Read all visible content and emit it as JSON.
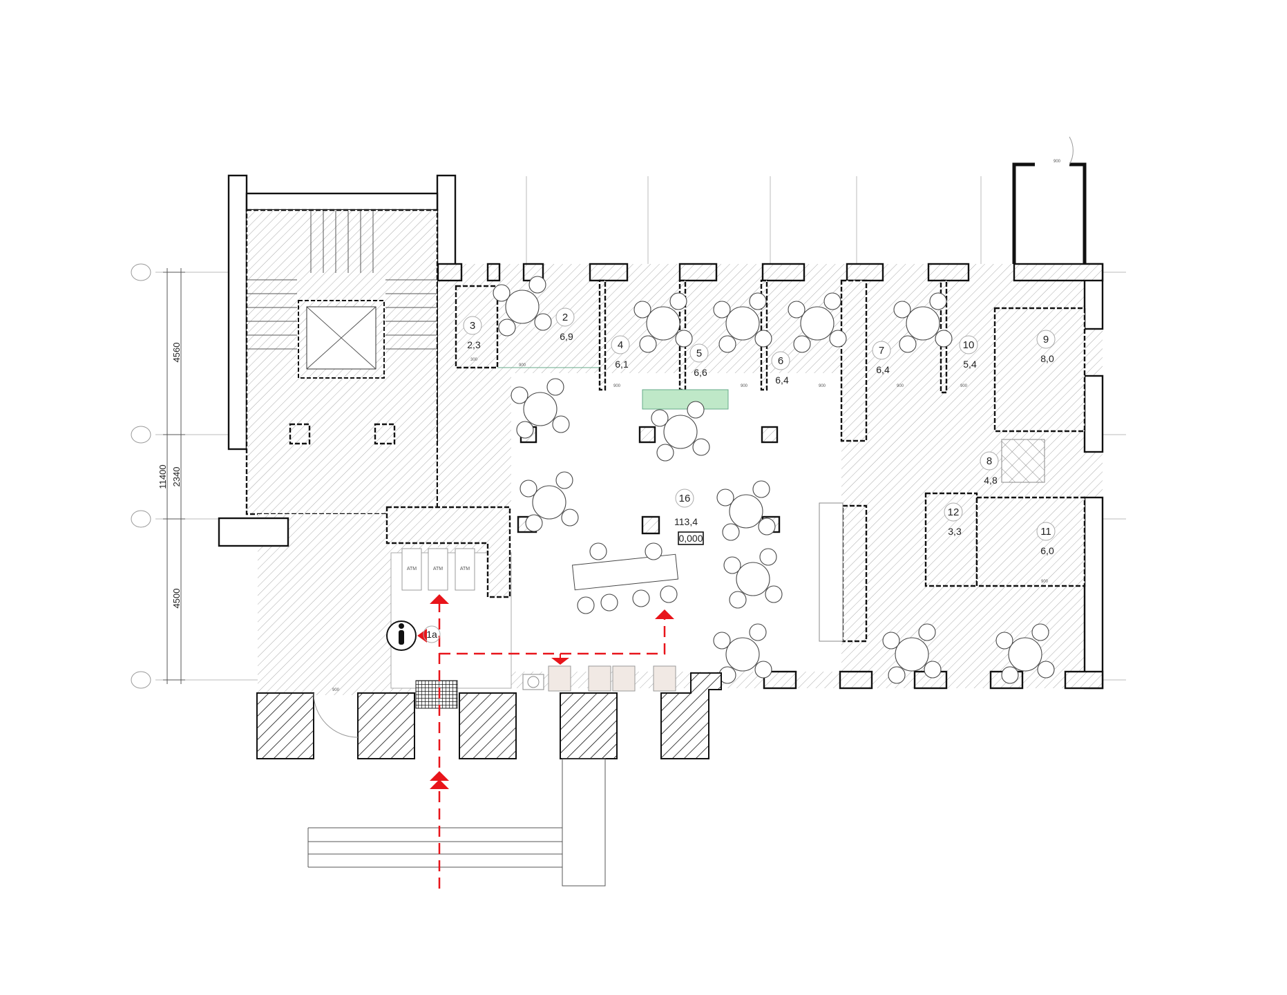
{
  "plan": {
    "rooms": [
      {
        "number": "3",
        "area": "2,3"
      },
      {
        "number": "2",
        "area": "6,9"
      },
      {
        "number": "4",
        "area": "6,1"
      },
      {
        "number": "5",
        "area": "6,6"
      },
      {
        "number": "6",
        "area": "6,4"
      },
      {
        "number": "7",
        "area": "6,4"
      },
      {
        "number": "10",
        "area": "5,4"
      },
      {
        "number": "9",
        "area": "8,0"
      },
      {
        "number": "8",
        "area": "4,8"
      },
      {
        "number": "12",
        "area": "3,3"
      },
      {
        "number": "11",
        "area": "6,0"
      },
      {
        "number": "16",
        "area": "113,4",
        "level": "0,000"
      }
    ],
    "entrance_label": "1a",
    "atm_labels": [
      "ATM",
      "ATM",
      "ATM"
    ],
    "dimensions": {
      "total": "11400",
      "segments": [
        "4560",
        "2340",
        "4500"
      ],
      "door_widths": [
        "900",
        "900",
        "900",
        "900",
        "900",
        "900",
        "900",
        "300",
        "900",
        "900"
      ]
    },
    "colors": {
      "evacuation_route": "#e8141a",
      "counter_highlight": "#bfe8c8",
      "wall": "#111111"
    },
    "icons": [
      "info-icon",
      "evacuation-arrow-icon",
      "elevator-icon"
    ]
  }
}
